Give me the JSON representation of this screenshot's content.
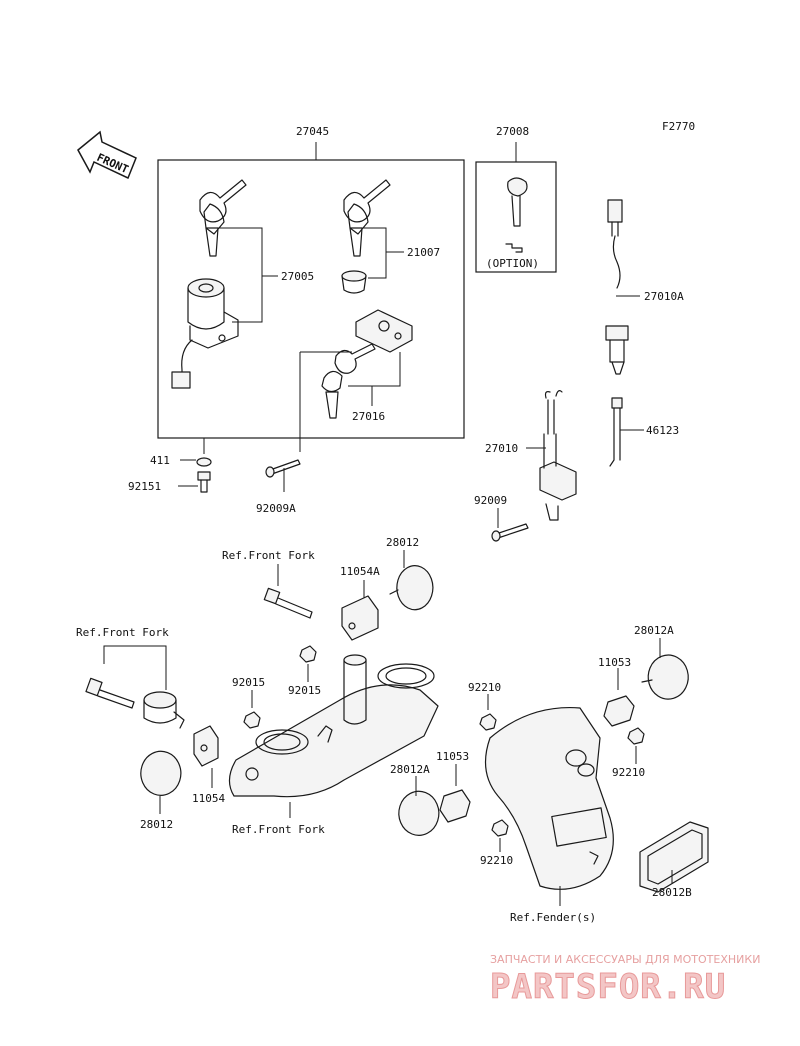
{
  "figure_code": "F2770",
  "front_arrow_label": "FRONT",
  "option_label": "(OPTION)",
  "part_numbers": {
    "p27045": "27045",
    "p27008": "27008",
    "p27005": "27005",
    "p21007": "21007",
    "p27010A": "27010A",
    "p27016": "27016",
    "p46123": "46123",
    "p27010": "27010",
    "p411": "411",
    "p92151": "92151",
    "p92009A": "92009A",
    "p92009": "92009",
    "p28012_top": "28012",
    "p11054A": "11054A",
    "p28012A_right": "28012A",
    "p11053_right": "11053",
    "p92015_left": "92015",
    "p92015_mid": "92015",
    "p92210_top": "92210",
    "p92210_right": "92210",
    "p92210_bottom": "92210",
    "p11054": "11054",
    "p28012_left": "28012",
    "p28012A_left": "28012A",
    "p11053_left": "11053",
    "p28012B": "28012B"
  },
  "references": {
    "front_fork_top": "Ref.Front Fork",
    "front_fork_left": "Ref.Front Fork",
    "front_fork_bottom": "Ref.Front Fork",
    "fender": "Ref.Fender(s)"
  },
  "watermark": {
    "tagline": "ЗАПЧАСТИ И АКСЕССУАРЫ ДЛЯ МОТОТЕХНИКИ",
    "brand": "PARTSFOR.RU"
  },
  "colors": {
    "line": "#1a1a1a",
    "watermark": "#e89a9a"
  }
}
